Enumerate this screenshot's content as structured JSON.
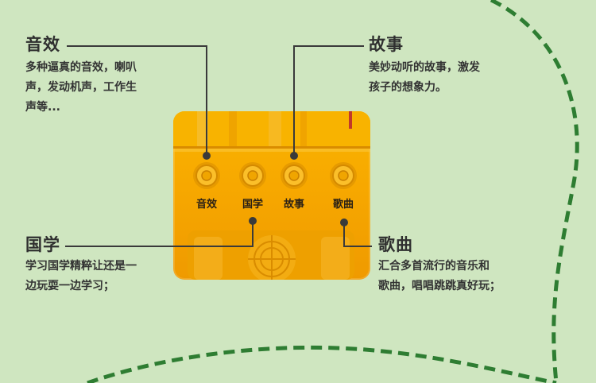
{
  "features": {
    "sound": {
      "title": "音效",
      "desc": "多种逼真的音效，喇叭\n声，发动机声，工作生\n声等..."
    },
    "story": {
      "title": "故事",
      "desc": "美妙动听的故事，激发\n孩子的想象力。"
    },
    "guoxue": {
      "title": "国学",
      "desc": "学习国学精粹让还是一\n边玩耍一边学习；"
    },
    "songs": {
      "title": "歌曲",
      "desc": "汇合多首流行的音乐和\n歌曲，唱唱跳跳真好玩；"
    }
  },
  "device": {
    "buttons": [
      "音效",
      "国学",
      "故事",
      "歌曲"
    ]
  },
  "colors": {
    "background": "#cfe6c0",
    "dashed_curve": "#2e7d32",
    "device_body": "#f7a800",
    "leader_line": "#3a3a3a"
  }
}
